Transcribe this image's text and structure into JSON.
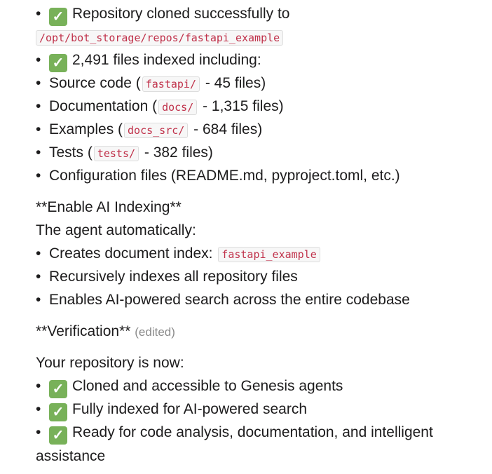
{
  "clone": {
    "item1_text": "Repository cloned successfully to",
    "item1_path": "/opt/bot_storage/repos/fastapi_example",
    "item2_text": "2,491 files indexed including:",
    "sub": [
      {
        "pre": "Source code (",
        "code": "fastapi/",
        "post": " - 45 files)"
      },
      {
        "pre": "Documentation (",
        "code": "docs/",
        "post": " - 1,315 files)"
      },
      {
        "pre": "Examples (",
        "code": "docs_src/",
        "post": " - 684 files)"
      },
      {
        "pre": "Tests (",
        "code": "tests/",
        "post": " - 382 files)"
      }
    ],
    "config": "Configuration files (README.md, pyproject.toml, etc.)"
  },
  "indexing": {
    "heading": "**Enable AI Indexing**",
    "intro": "The agent automatically:",
    "items": [
      {
        "text": "Creates document index: ",
        "code": "fastapi_example"
      },
      {
        "text": "Recursively indexes all repository files"
      },
      {
        "text": "Enables AI-powered search across the entire codebase"
      }
    ]
  },
  "verification": {
    "heading": "**Verification**",
    "edited": "(edited)",
    "intro": "Your repository is now:",
    "items": [
      "Cloned and accessible to Genesis agents",
      "Fully indexed for AI-powered search",
      "Ready for code analysis, documentation, and intelligent assistance"
    ]
  },
  "colors": {
    "check": "#78b159",
    "code_text": "#c0314a"
  }
}
